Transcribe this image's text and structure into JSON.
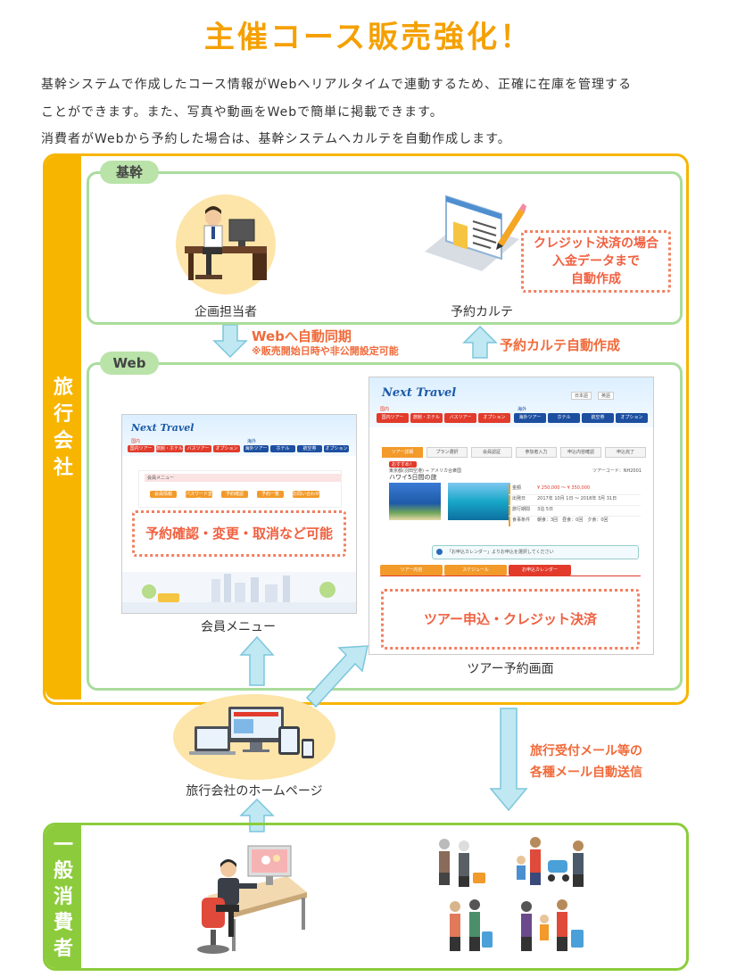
{
  "title": "主催コース販売強化！",
  "intro": [
    "基幹システムで作成したコース情報がWebへリアルタイムで連動するため、正確に在庫を管理する",
    "ことができます。また、写真や動画をWebで簡単に掲載できます。",
    "消費者がWebから予約した場合は、基幹システムへカルテを自動作成します。"
  ],
  "sections": {
    "travel_agency": "旅行会社",
    "consumer": "一般消費者"
  },
  "kikan": {
    "pill": "基幹",
    "planner": "企画担当者",
    "karte": "予約カルテ",
    "credit_note": [
      "クレジット決済の場合",
      "入金データまで",
      "自動作成"
    ]
  },
  "sync": {
    "down_label": "Webへ自動同期",
    "down_sub": "※販売開始日時や非公開設定可能",
    "up_label": "予約カルテ自動作成"
  },
  "web": {
    "pill": "Web",
    "member_caption": "会員メニュー",
    "member_note": "予約確認・変更・取消など可能",
    "tour_caption": "ツアー予約画面",
    "tour_note": "ツアー申込・クレジット決済"
  },
  "homepage": "旅行会社のホームページ",
  "mail_note": [
    "旅行受付メール等の",
    "各種メール自動送信"
  ],
  "mock": {
    "logo": "Next Travel",
    "domestic": "国内",
    "overseas": "海外",
    "nav_domestic": [
      "国内ツアー",
      "旅館・ホテル",
      "バスツアー",
      "オプション"
    ],
    "nav_overseas": [
      "海外ツアー",
      "ホテル",
      "航空券",
      "オプション"
    ],
    "member_menu": "会員メニュー",
    "member_buttons": [
      "会員情報",
      "パスワード変更",
      "予約確認",
      "予約一覧",
      "お問い合わせ"
    ],
    "steps": [
      "ツアー詳細",
      "プラン選択",
      "会員認証",
      "参加者入力",
      "申込内容確認",
      "申込完了"
    ],
    "badge": "おすすめ！",
    "route": "東京都(羽田空港) ⇒ アメリカ合衆国",
    "tour_name": "ハワイ5日間の旅",
    "tour_code": "ツアーコード：NH2001",
    "price_label": "金額",
    "price": "¥ 250,000 〜 ¥ 350,000",
    "period_label": "出発日",
    "period": "2017年 10月 1日 〜 2018年 3月 31日",
    "days_label": "旅行期間",
    "days": "3泊 5日",
    "meal_label": "食事条件",
    "meal": "朝食：3回　昼食：0回　夕食：0回",
    "notice": "「お申込カレンダー」よりお申込を選択してください",
    "tabs": [
      "ツアー内容",
      "スケジュール",
      "お申込カレンダー"
    ],
    "header_links": [
      "日本語",
      "英語"
    ]
  },
  "colors": {
    "accent_orange": "#f5a000",
    "section_yellow": "#f7b500",
    "green_border": "#a9dc9c",
    "section_green": "#8ccc3c",
    "alert_red": "#f06a3a",
    "arrow_blue": "#bfe8f2"
  }
}
